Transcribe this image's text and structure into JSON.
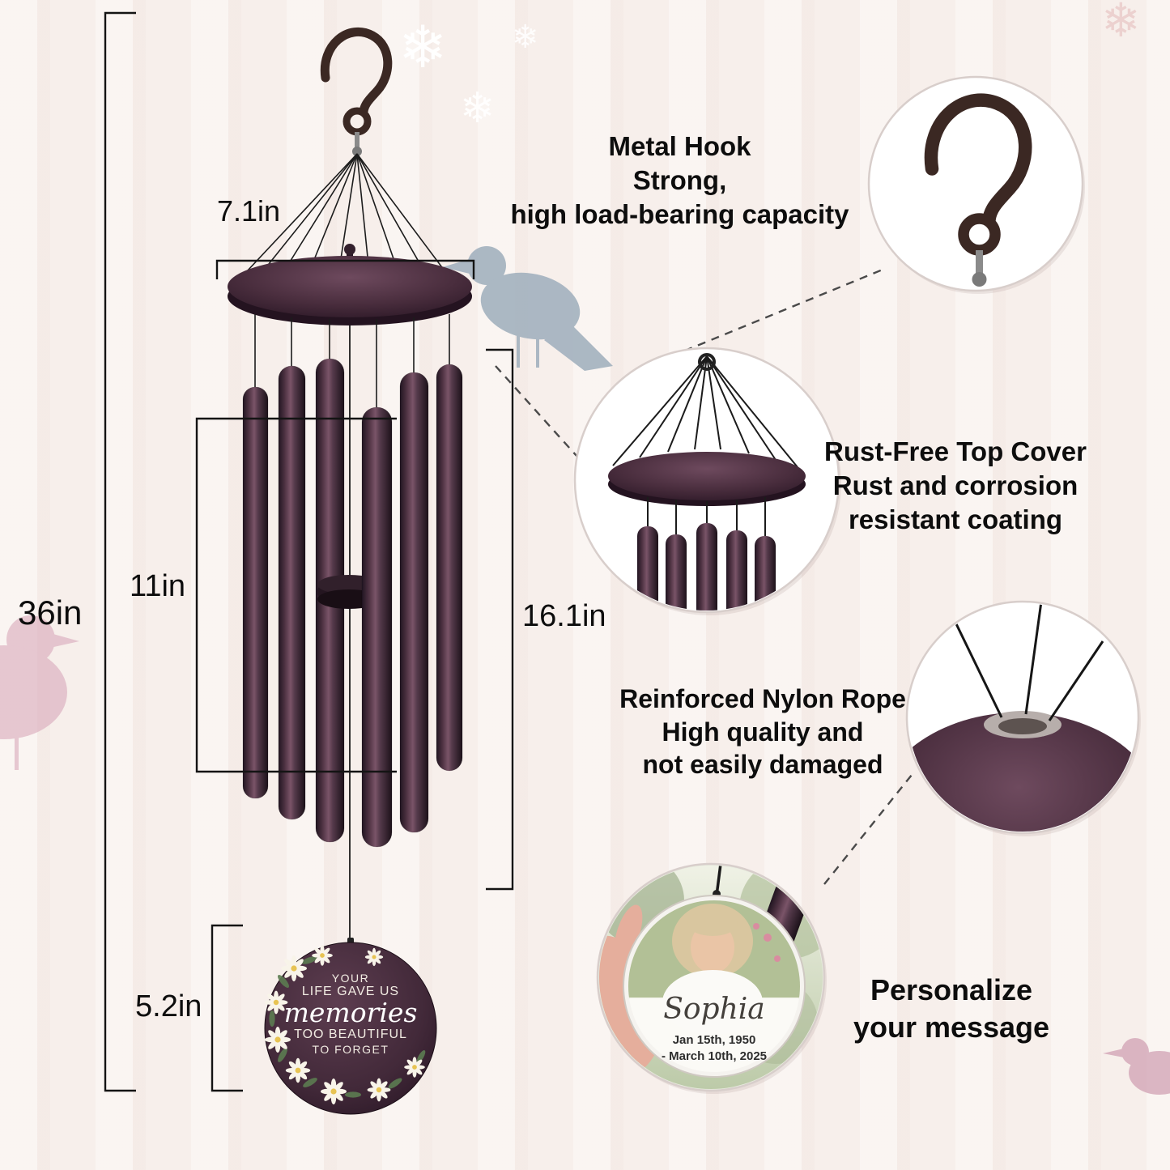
{
  "decor": {
    "snowflake": "❄"
  },
  "dimensions": {
    "top_width": "7.1in",
    "total_length": "36in",
    "tube_length": "11in",
    "tube_section_length": "16.1in",
    "pendant_section_length": "5.2in"
  },
  "features": {
    "hook": {
      "line1": "Metal Hook",
      "line2": "Strong,",
      "line3": "high load-bearing capacity"
    },
    "cover": {
      "line1": "Rust-Free Top Cover",
      "line2": "Rust and corrosion",
      "line3": "resistant coating"
    },
    "rope": {
      "line1": "Reinforced Nylon Rope",
      "line2": "High quality and",
      "line3": "not easily damaged"
    },
    "personalize": {
      "line1": "Personalize",
      "line2": "your message"
    }
  },
  "pendant": {
    "line1": "YOUR",
    "line2": "LIFE GAVE US",
    "line3": "memories",
    "line4": "TOO BEAUTIFUL",
    "line5": "TO FORGET"
  },
  "sample": {
    "name": "Sophia",
    "birth_date": "Jan 15th, 1950",
    "death_date": "- March 10th, 2025"
  },
  "colors": {
    "background": "#f7efeb",
    "chime_bronze": "#4a2e3e",
    "text": "#111111"
  }
}
